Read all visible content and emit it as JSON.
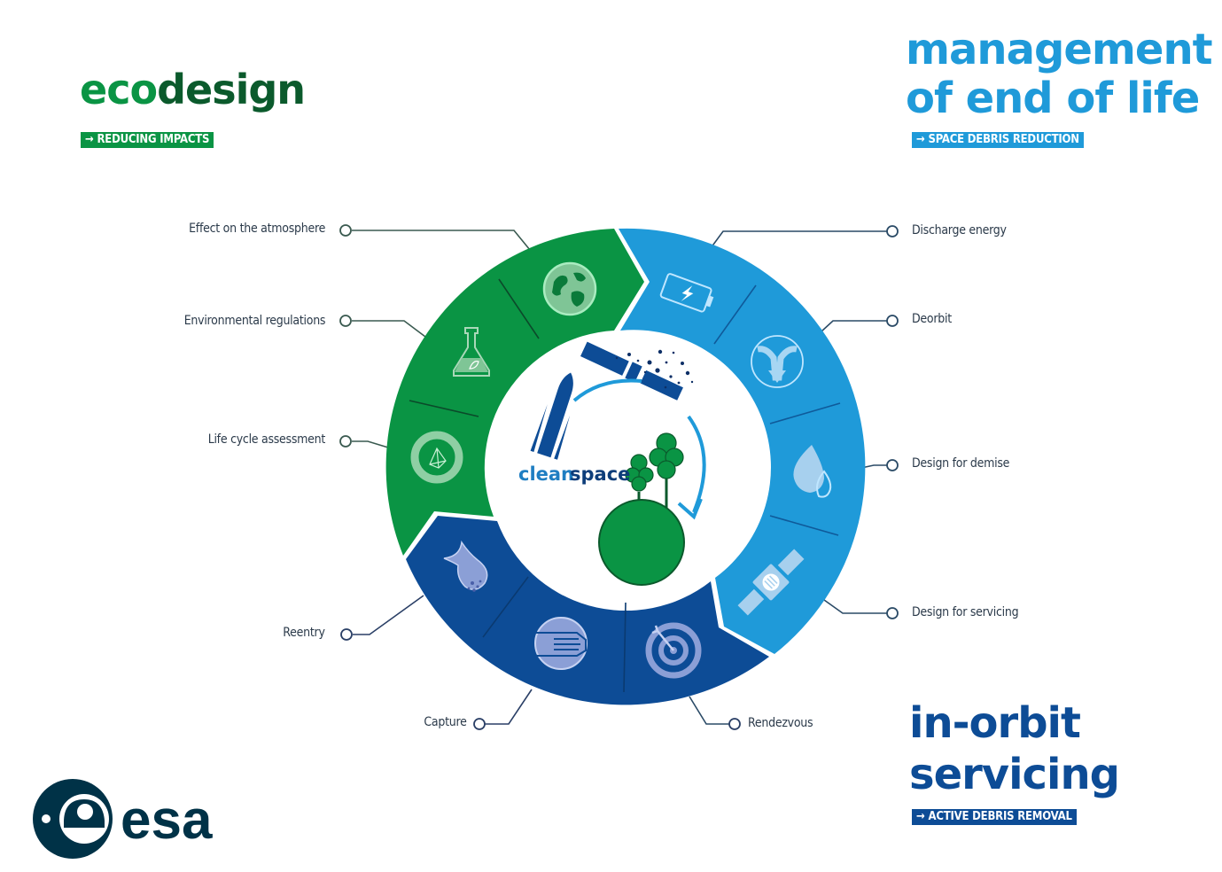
{
  "colors": {
    "green": "#0a9444",
    "green_dark": "#0b5a2c",
    "light_blue": "#1f9ad9",
    "dark_blue": "#0d4c96",
    "navy": "#003247",
    "connector": "#3a4a5a"
  },
  "ecodesign": {
    "title_part1": "eco",
    "title_part2": "design",
    "tag": "→ REDUCING IMPACTS"
  },
  "end_of_life": {
    "title_line1": "management",
    "title_line2": "of end of life",
    "tag": "→ SPACE DEBRIS REDUCTION"
  },
  "in_orbit": {
    "title_line1": "in-orbit",
    "title_line2": "servicing",
    "tag": "→ ACTIVE DEBRIS REMOVAL"
  },
  "center": {
    "word1": "clean",
    "word2": "space"
  },
  "logo": {
    "text": "esa"
  },
  "labels_left": [
    {
      "text": "Effect on the atmosphere",
      "icon": "globe-icon"
    },
    {
      "text": "Environmental regulations",
      "icon": "flask-icon"
    },
    {
      "text": "Life cycle assessment",
      "icon": "recycle-icon"
    },
    {
      "text": "Reentry",
      "icon": "fireball-icon"
    },
    {
      "text": "Capture",
      "icon": "hand-icon"
    }
  ],
  "labels_right": [
    {
      "text": "Discharge energy",
      "icon": "battery-icon"
    },
    {
      "text": "Deorbit",
      "icon": "deorbit-arrow-icon"
    },
    {
      "text": "Design for demise",
      "icon": "flame-icon"
    },
    {
      "text": "Design for servicing",
      "icon": "satellite-icon"
    },
    {
      "text": "Rendezvous",
      "icon": "target-icon"
    }
  ]
}
